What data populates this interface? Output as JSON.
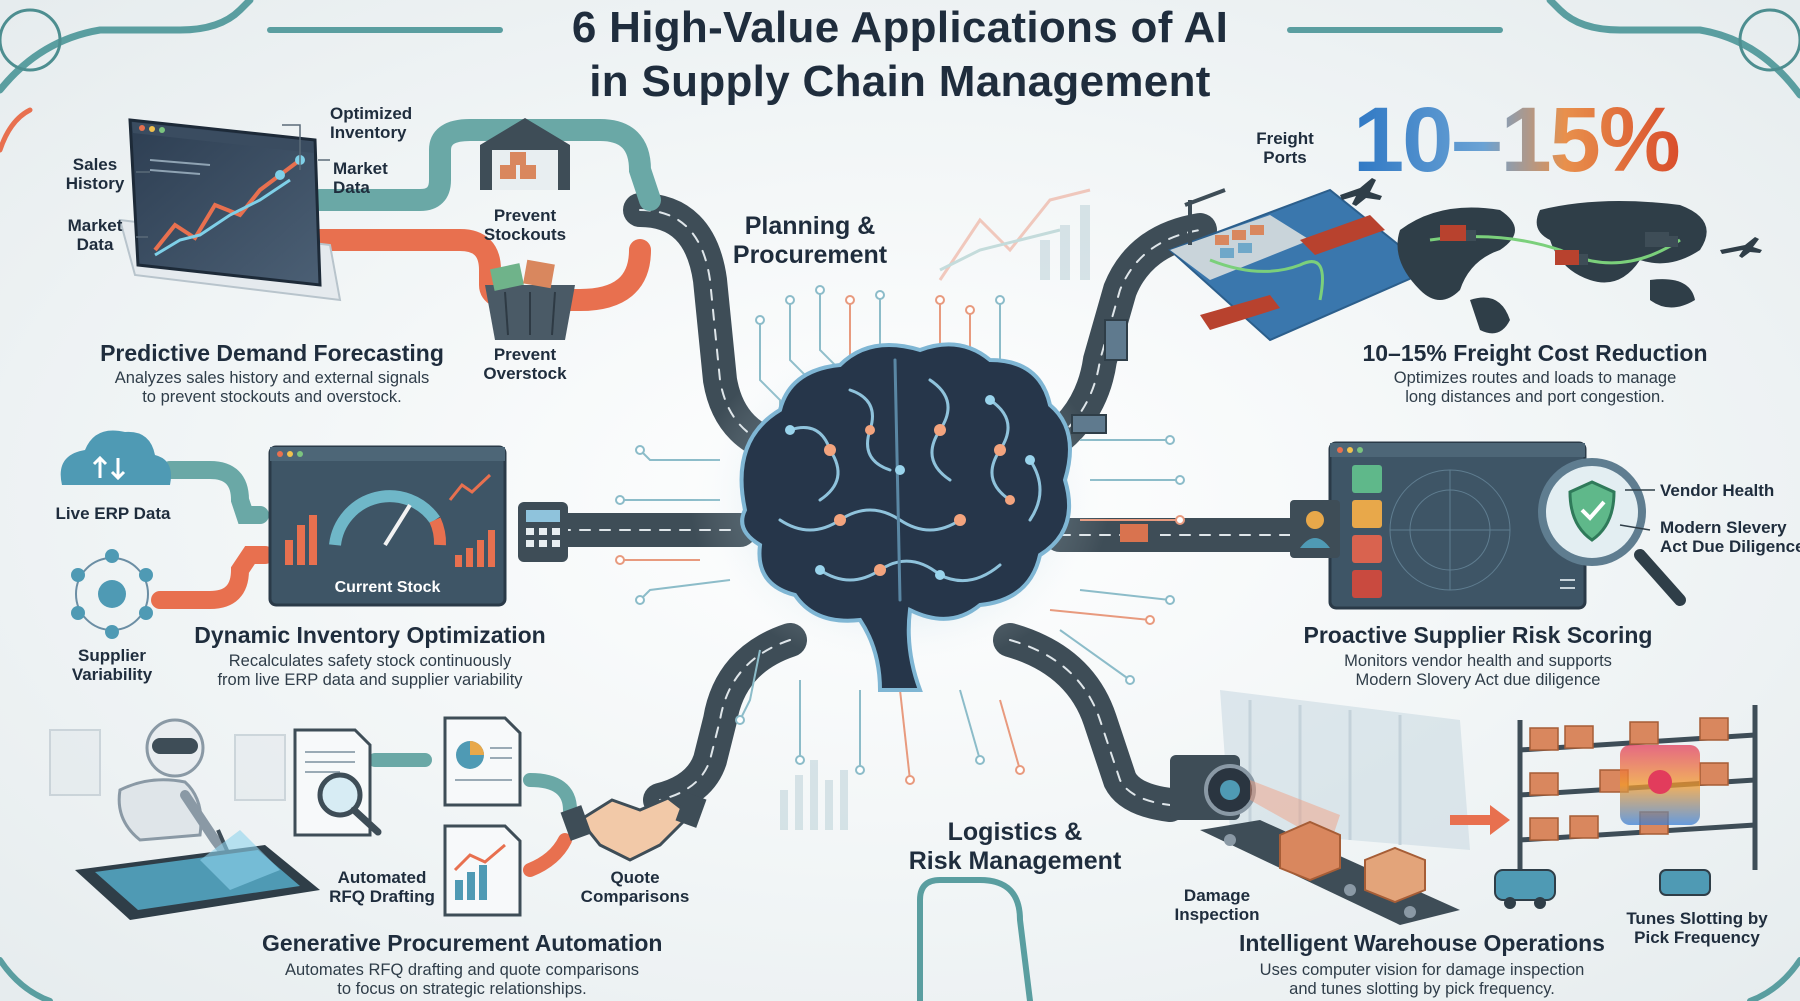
{
  "title": {
    "line1": "6 High-Value Applications of AI",
    "line2": "in Supply Chain Management"
  },
  "stat": "10–15%",
  "sections": {
    "planning": "Planning &",
    "planning2": "Procurement",
    "logistics": "Logistics &",
    "logistics2": "Risk Management"
  },
  "cards": {
    "forecast": {
      "heading": "Predictive Demand Forecasting",
      "desc1": "Analyzes sales history and external signals",
      "desc2": "to prevent stockouts and overstock.",
      "labels": {
        "sales_history_1": "Sales",
        "sales_history_2": "History",
        "market_left_1": "Market",
        "market_left_2": "Data",
        "optimized_1": "Optimized",
        "optimized_2": "Inventory",
        "market_right_1": "Market",
        "market_right_2": "Data",
        "stockouts_1": "Prevent",
        "stockouts_2": "Stockouts",
        "overstock_1": "Prevent",
        "overstock_2": "Overstock"
      }
    },
    "freight": {
      "heading": "10–15% Freight Cost Reduction",
      "desc1": "Optimizes routes and loads to manage",
      "desc2": "long distances and port congestion.",
      "labels": {
        "ports_1": "Freight",
        "ports_2": "Ports"
      }
    },
    "inventory": {
      "heading": "Dynamic Inventory Optimization",
      "desc1": "Recalculates safety stock continuously",
      "desc2": "from live ERP data and supplier variability",
      "labels": {
        "erp": "Live ERP Data",
        "current_stock": "Current Stock",
        "supplier_1": "Supplier",
        "supplier_2": "Variability"
      }
    },
    "supplier": {
      "heading": "Proactive Supplier Risk Scoring",
      "desc1": "Monitors vendor health and supports",
      "desc2": "Modern Slovery Act due diligence",
      "labels": {
        "vendor_health": "Vendor Health",
        "slavery_1": "Modern Slevery",
        "slavery_2": "Act Due Diligence"
      }
    },
    "procurement": {
      "heading": "Generative Procurement Automation",
      "desc1": "Automates RFQ drafting and quote comparisons",
      "desc2": "to focus on strategic relationships.",
      "labels": {
        "rfq_1": "Automated",
        "rfq_2": "RFQ Drafting",
        "quote_1": "Quote",
        "quote_2": "Comparisons"
      }
    },
    "warehouse": {
      "heading": "Intelligent Warehouse Operations",
      "desc1": "Uses computer vision for damage inspection",
      "desc2": "and tunes slotting by pick frequency.",
      "labels": {
        "damage_1": "Damage",
        "damage_2": "Inspection",
        "slotting_1": "Tunes Slotting by",
        "slotting_2": "Pick Frequency"
      }
    }
  },
  "colors": {
    "teal": "#5aa7a3",
    "orange": "#e8704f",
    "road": "#3e4d57",
    "blue": "#3f8ecf",
    "dark": "#1f2d3d"
  }
}
